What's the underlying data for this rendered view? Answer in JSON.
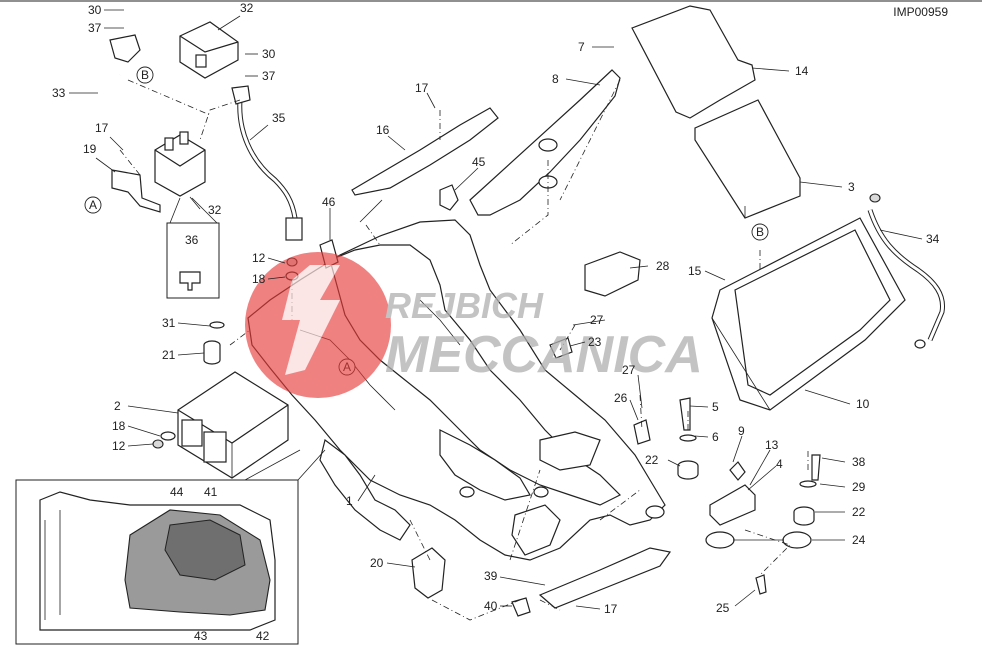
{
  "drawing_code": "IMP00959",
  "watermark": {
    "line1": "REJBICH",
    "line2": "MECCANICA",
    "color": "#e63a3a"
  },
  "view_markers": [
    "A",
    "B"
  ],
  "callouts": [
    "1",
    "2",
    "3",
    "4",
    "5",
    "6",
    "7",
    "8",
    "9",
    "10",
    "12",
    "13",
    "14",
    "15",
    "16",
    "17",
    "18",
    "19",
    "20",
    "21",
    "22",
    "23",
    "24",
    "25",
    "26",
    "27",
    "28",
    "29",
    "30",
    "31",
    "32",
    "33",
    "34",
    "35",
    "36",
    "37",
    "38",
    "39",
    "40",
    "41",
    "42",
    "43",
    "44",
    "45",
    "46"
  ],
  "colors": {
    "line": "#222222",
    "shaded": "#9a9a9a",
    "dark_shaded": "#6f6f6f"
  }
}
